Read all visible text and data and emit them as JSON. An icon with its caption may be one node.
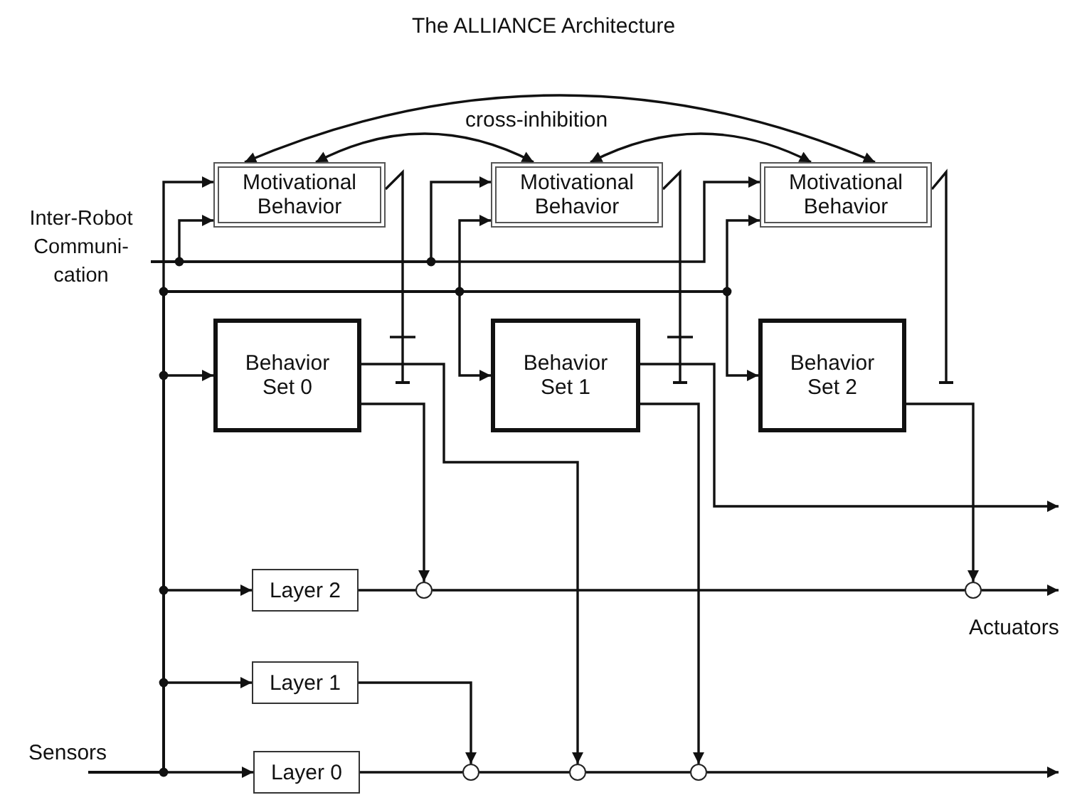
{
  "diagram": {
    "title": "The ALLIANCE Architecture",
    "nodes": [
      {
        "text": [
          "Motivational Behavior"
        ]
      },
      {
        "text": [
          "Motivational Behavior"
        ]
      },
      {
        "text": [
          "Motivational Behavior"
        ]
      },
      {
        "text": [
          "Behavior Set 0"
        ]
      },
      {
        "text": [
          "Behavior Set 1"
        ]
      },
      {
        "text": [
          "Behavior Set 2"
        ]
      },
      {
        "text": [
          "Layer 2"
        ]
      },
      {
        "text": [
          "Layer 1"
        ]
      },
      {
        "text": [
          "Layer 0"
        ]
      },
      {
        "text": [
          "Inter-Robot Communi- cation"
        ]
      },
      {
        "text": [],
        "shape": "circle"
      },
      {
        "text": [],
        "shape": "circle"
      },
      {
        "text": [],
        "shape": "circle"
      },
      {
        "text": [],
        "shape": "circle"
      },
      {
        "text": [],
        "shape": "circle"
      }
    ],
    "edges": [
      {
        "from": 0,
        "to": 2,
        "arrow": "both"
      },
      {
        "from": 0,
        "to": 1,
        "arrow": "both"
      },
      {
        "from": 1,
        "to": 2,
        "arrow": "both"
      },
      {
        "from": null,
        "to": 0,
        "arrow": "to"
      },
      {
        "from": null,
        "to": 3,
        "arrow": "to"
      },
      {
        "from": null,
        "to": 1,
        "arrow": "to"
      },
      {
        "from": null,
        "to": 4,
        "arrow": "to"
      },
      {
        "from": null,
        "to": 2,
        "arrow": "to"
      },
      {
        "from": null,
        "to": 5,
        "arrow": "to"
      },
      {
        "from": null,
        "to": 6,
        "arrow": "to"
      },
      {
        "from": null,
        "to": 7,
        "arrow": "to"
      },
      {
        "from": null,
        "to": 8,
        "arrow": "to"
      },
      {
        "from": 9,
        "to": 0,
        "arrow": "to"
      },
      {
        "from": 9,
        "to": 1,
        "arrow": "to"
      },
      {
        "from": 9,
        "to": 2,
        "arrow": "to"
      },
      {
        "from": 0,
        "to": null,
        "arrow": "other"
      },
      {
        "from": 1,
        "to": null,
        "arrow": "other"
      },
      {
        "from": 2,
        "to": null,
        "arrow": "other"
      },
      {
        "from": 3,
        "to": 13,
        "arrow": "to"
      },
      {
        "from": 3,
        "to": 10,
        "arrow": "to"
      },
      {
        "from": 4,
        "to": null,
        "arrow": "to"
      },
      {
        "from": 4,
        "to": 14,
        "arrow": "to"
      },
      {
        "from": 5,
        "to": 11,
        "arrow": "to"
      },
      {
        "from": 6,
        "to": 10,
        "arrow": "none"
      },
      {
        "from": 10,
        "to": 11,
        "arrow": "none"
      },
      {
        "from": 11,
        "to": null,
        "arrow": "to"
      },
      {
        "from": 7,
        "to": 12,
        "arrow": "to"
      },
      {
        "from": 8,
        "to": 12,
        "arrow": "none"
      },
      {
        "from": 12,
        "to": 13,
        "arrow": "none"
      },
      {
        "from": 13,
        "to": 14,
        "arrow": "none"
      },
      {
        "from": 14,
        "to": null,
        "arrow": "to"
      }
    ],
    "labels": [
      "cross-inhibition",
      "Actuators",
      "Sensors"
    ]
  }
}
